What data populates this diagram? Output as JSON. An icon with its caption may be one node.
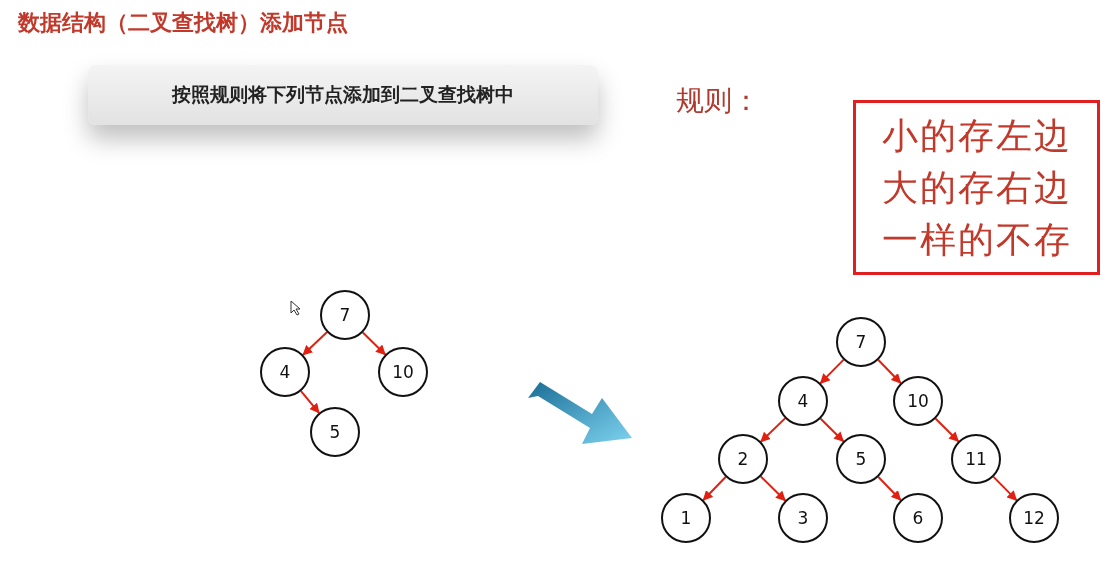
{
  "diagram": {
    "title": "数据结构（二叉查找树）添加节点",
    "nodes": [
      {
        "text": [
          "按照规则将下列节点添加到二叉查找树中"
        ]
      },
      {
        "text": [
          "小的存左边",
          "大的存右边",
          "一样的不存"
        ]
      },
      {
        "text": [
          "7"
        ]
      },
      {
        "text": [
          "4"
        ]
      },
      {
        "text": [
          "10"
        ]
      },
      {
        "text": [
          "5"
        ]
      },
      {
        "text": [
          "7"
        ]
      },
      {
        "text": [
          "4"
        ]
      },
      {
        "text": [
          "10"
        ]
      },
      {
        "text": [
          "2"
        ]
      },
      {
        "text": [
          "5"
        ]
      },
      {
        "text": [
          "11"
        ]
      },
      {
        "text": [
          "1"
        ]
      },
      {
        "text": [
          "3"
        ]
      },
      {
        "text": [
          "6"
        ]
      },
      {
        "text": [
          "12"
        ]
      }
    ],
    "edges": [
      {
        "from": 2,
        "to": 3,
        "arrow": "to"
      },
      {
        "from": 2,
        "to": 4,
        "arrow": "to"
      },
      {
        "from": 3,
        "to": 5,
        "arrow": "to"
      },
      {
        "from": 6,
        "to": 7,
        "arrow": "to"
      },
      {
        "from": 6,
        "to": 8,
        "arrow": "to"
      },
      {
        "from": 7,
        "to": 9,
        "arrow": "to"
      },
      {
        "from": 7,
        "to": 10,
        "arrow": "to"
      },
      {
        "from": 8,
        "to": 11,
        "arrow": "to"
      },
      {
        "from": 9,
        "to": 12,
        "arrow": "to"
      },
      {
        "from": 9,
        "to": 13,
        "arrow": "to"
      },
      {
        "from": 10,
        "to": 14,
        "arrow": "to"
      },
      {
        "from": 11,
        "to": 15,
        "arrow": "to"
      }
    ],
    "labels": [
      "规则："
    ]
  }
}
